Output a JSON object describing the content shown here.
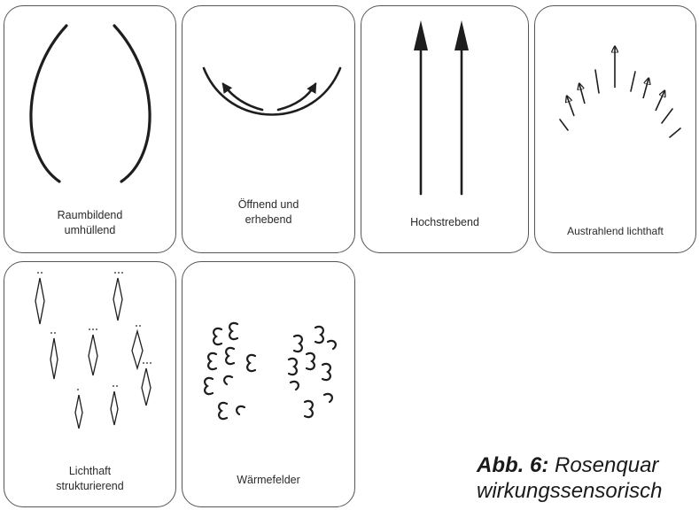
{
  "panels": [
    {
      "label_line1": "Raumbildend",
      "label_line2": "umhüllend",
      "icon": "enclosing-arcs-icon"
    },
    {
      "label_line1": "Öffnend und",
      "label_line2": "erhebend",
      "icon": "opening-bowl-arrows-icon"
    },
    {
      "label_line1": "Hochstrebend",
      "label_line2": "",
      "icon": "upward-arrows-icon"
    },
    {
      "label_line1": "Austrahlend lichthaft",
      "label_line2": "",
      "icon": "radiating-arrows-icon"
    },
    {
      "label_line1": "Lichthaft",
      "label_line2": "strukturierend",
      "icon": "scattered-light-crystals-icon"
    },
    {
      "label_line1": "Wärmefelder",
      "label_line2": "",
      "icon": "warmth-curls-icon"
    }
  ],
  "caption": {
    "number": "Abb. 6:",
    "line1": "Rosenquar",
    "line2": "wirkungssensorisch"
  },
  "colors": {
    "stroke": "#1e1e1e",
    "border": "#555555"
  }
}
